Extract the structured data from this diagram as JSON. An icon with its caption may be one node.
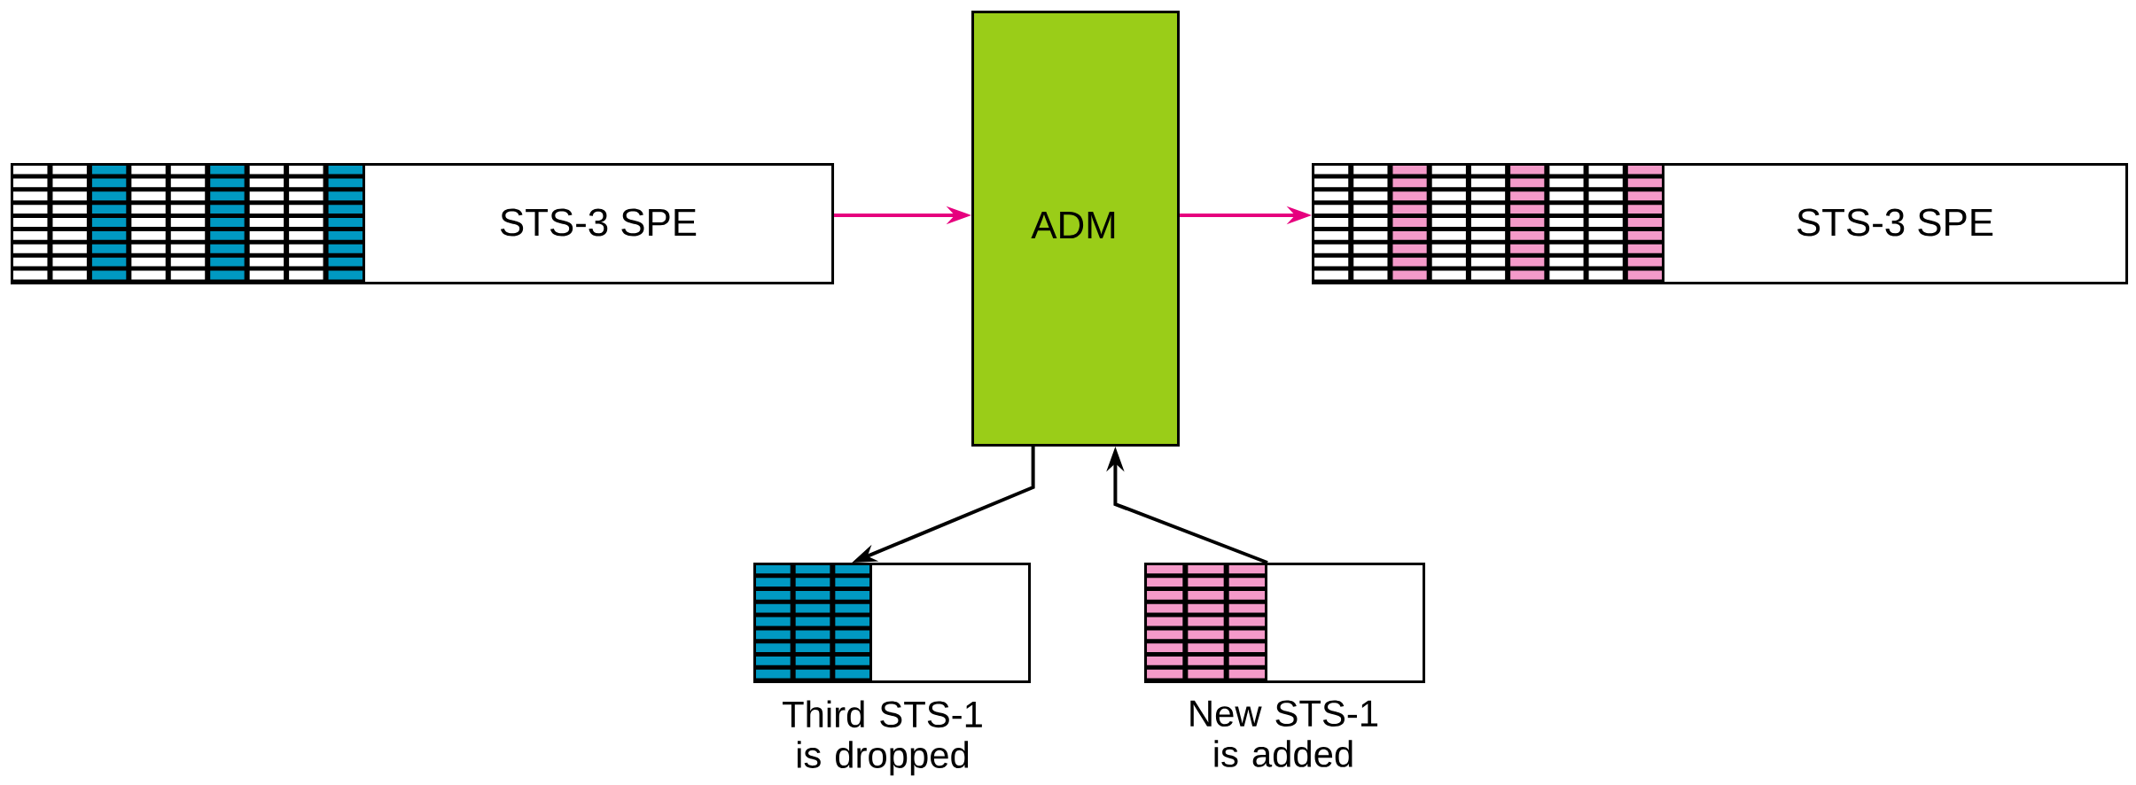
{
  "diagram": {
    "nodes": [
      {
        "text": [
          "STS-3 SPE"
        ]
      },
      {
        "text": [
          "ADM"
        ]
      },
      {
        "text": [
          "STS-3 SPE"
        ]
      },
      {
        "text": [],
        "shape": "box",
        "beside": [
          "Third STS-1 is dropped"
        ]
      },
      {
        "text": [],
        "shape": "box",
        "beside": [
          "New STS-1 is added"
        ]
      }
    ],
    "edges": [
      {
        "from": 0,
        "to": 1,
        "arrow": "to",
        "color": "#e6007e"
      },
      {
        "from": 1,
        "to": 2,
        "arrow": "to",
        "color": "#e6007e"
      },
      {
        "from": 1,
        "to": 3,
        "arrow": "to",
        "color": "#000000"
      },
      {
        "from": 4,
        "to": 1,
        "arrow": "to",
        "color": "#000000"
      }
    ]
  }
}
